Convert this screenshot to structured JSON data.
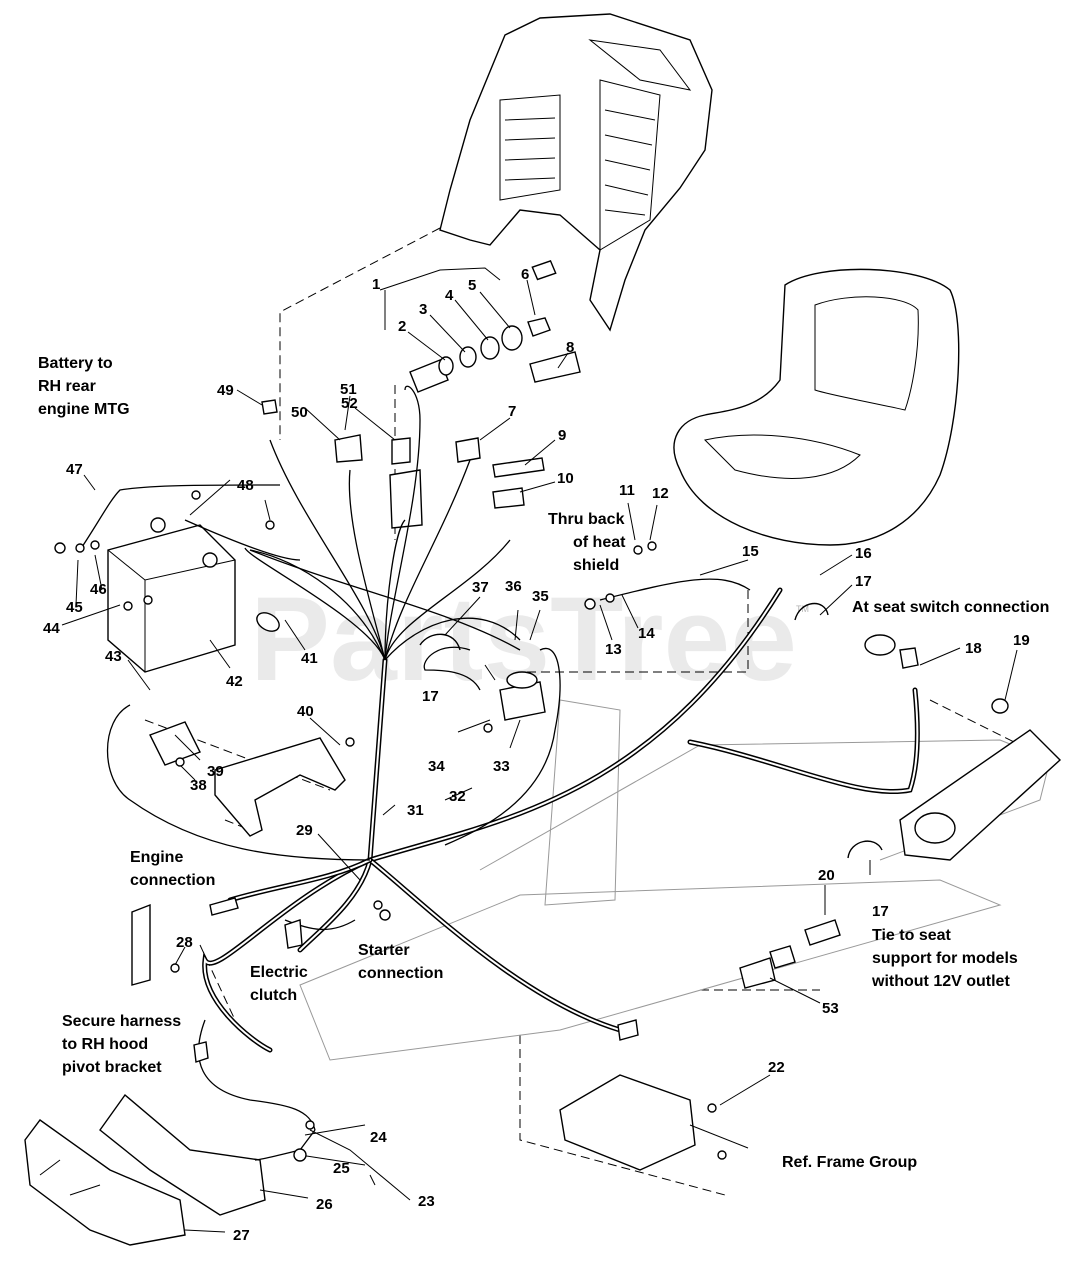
{
  "watermark": "PartsTree",
  "trademark": "TM",
  "part_labels": [
    "1",
    "2",
    "3",
    "4",
    "5",
    "6",
    "7",
    "8",
    "9",
    "10",
    "11",
    "12",
    "13",
    "14",
    "15",
    "16",
    "17",
    "17",
    "17",
    "18",
    "19",
    "20",
    "22",
    "23",
    "24",
    "25",
    "26",
    "27",
    "28",
    "29",
    "31",
    "32",
    "33",
    "34",
    "35",
    "36",
    "37",
    "38",
    "39",
    "40",
    "41",
    "42",
    "43",
    "44",
    "45",
    "46",
    "47",
    "48",
    "49",
    "50",
    "51",
    "52",
    "53"
  ],
  "notes": {
    "battery": [
      "Battery to",
      "RH rear",
      "engine MTG"
    ],
    "heat_shield": [
      "Thru back",
      "of heat",
      "shield"
    ],
    "seat_switch": "At seat switch connection",
    "engine_connection": [
      "Engine",
      "connection"
    ],
    "starter_connection": [
      "Starter",
      "connection"
    ],
    "electric_clutch": [
      "Electric",
      "clutch"
    ],
    "secure_harness": [
      "Secure harness",
      "to RH hood",
      "pivot bracket"
    ],
    "tie_to_seat": [
      "Tie to seat",
      "support for models",
      "without 12V outlet"
    ],
    "ref_frame": "Ref. Frame Group"
  }
}
